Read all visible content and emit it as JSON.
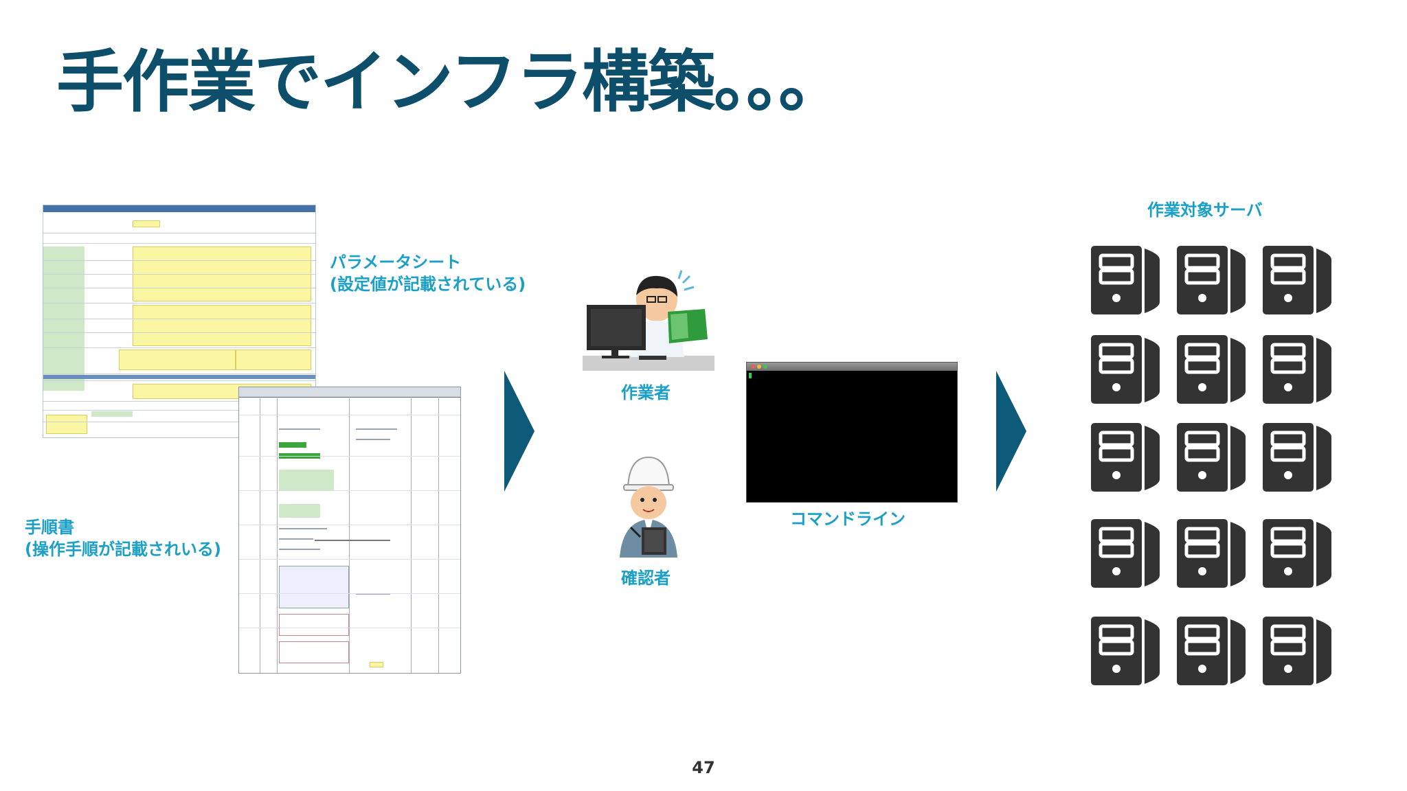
{
  "slide": {
    "title": "手作業でインフラ構築。。。",
    "page_number": "47"
  },
  "labels": {
    "parameter_sheet": [
      "パラメータシート",
      "(設定値が記載されている)"
    ],
    "procedure_doc": [
      "手順書",
      "(操作手順が記載されいる)"
    ],
    "operator": "作業者",
    "checker": "確認者",
    "command_line": "コマンドライン",
    "target_servers": "作業対象サーバ"
  },
  "colors": {
    "title": "#0d4f6b",
    "caption": "#1aa0c8",
    "arrow": "#0d5a78",
    "server": "#333333"
  },
  "icons": {
    "arrow": "chevron-right-icon",
    "server": "server-tower-icon",
    "operator": "operator-illustration",
    "checker": "checker-illustration"
  }
}
